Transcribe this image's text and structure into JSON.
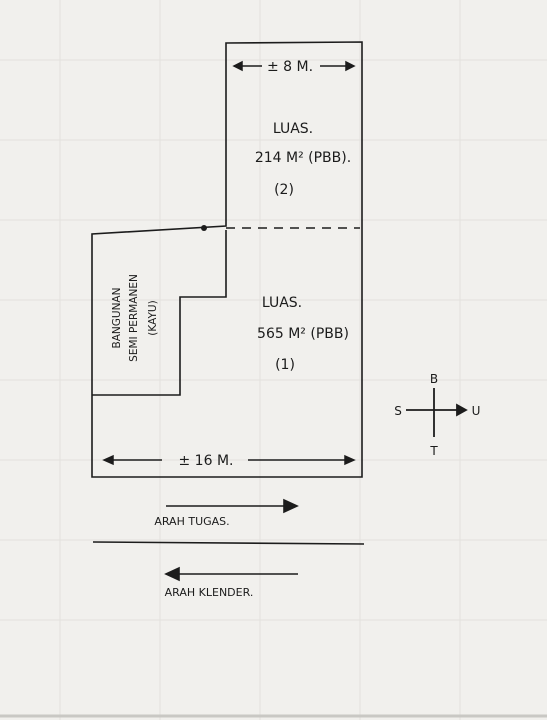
{
  "plot": {
    "top_width_label": "± 8 M.",
    "bottom_width_label": "± 16 M.",
    "area_2": {
      "title": "LUAS.",
      "value": "214 M² (PBB).",
      "number": "(2)"
    },
    "area_1": {
      "title": "LUAS.",
      "value": "565 M² (PBB)",
      "number": "(1)"
    },
    "building_label": [
      "BANGUNAN",
      "SEMI PERMANEN",
      "(KAYU)"
    ]
  },
  "compass": {
    "north": "B",
    "south": "T",
    "west": "S",
    "east": "U"
  },
  "roads": {
    "upper_direction": "ARAH TUGAS.",
    "lower_direction": "ARAH KLENDER."
  },
  "colors": {
    "ink": "#1c1c1c",
    "paper": "#f1f0ed",
    "grid": "#e2e1dd"
  }
}
